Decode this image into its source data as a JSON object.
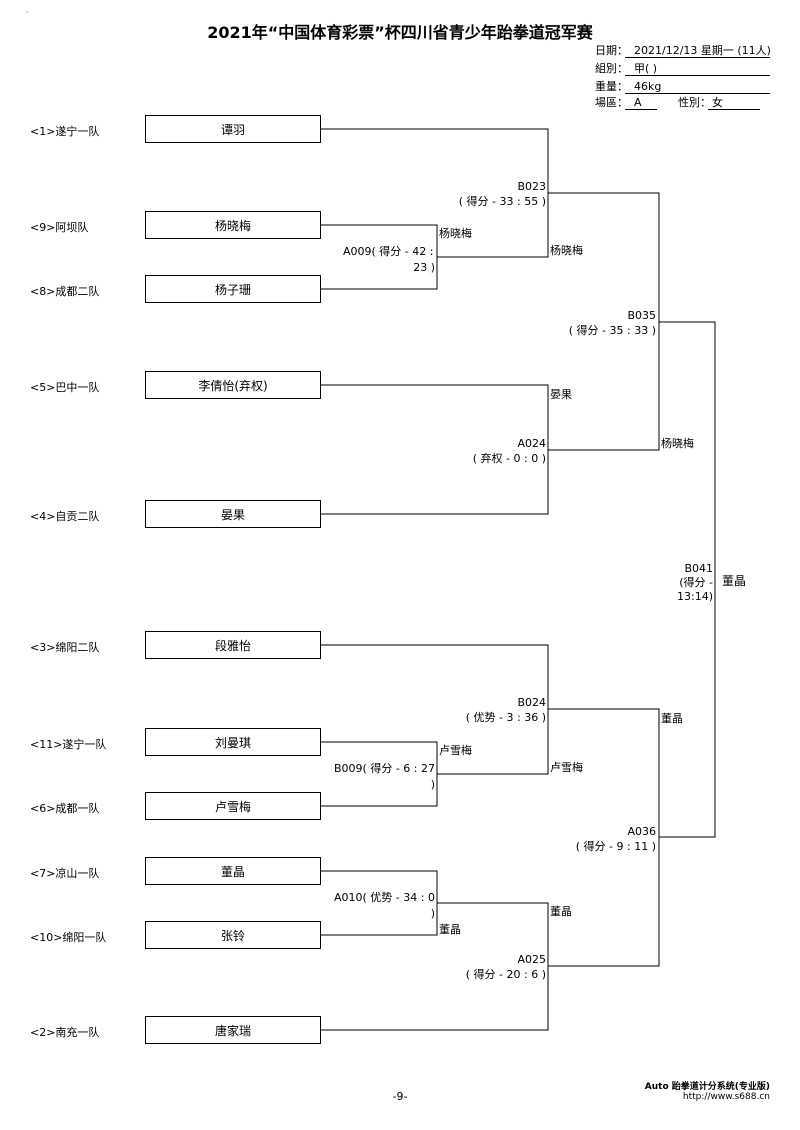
{
  "title": "2021年“中国体育彩票”杯四川省青少年跆拳道冠军赛",
  "corner_mark": "'",
  "info": {
    "date_label": "日期：",
    "date_value": "2021/12/13 星期一 (11人)",
    "group_label": "組別：",
    "group_value": "甲( )",
    "weight_label": "重量：",
    "weight_value": "46kg",
    "venue_label": "場區：",
    "venue_value": "A",
    "gender_label": "性別：",
    "gender_value": "女"
  },
  "entrants": [
    {
      "seed": "<1>遂宁一队",
      "name": "谭羽"
    },
    {
      "seed": "<9>阿坝队",
      "name": "杨晓梅"
    },
    {
      "seed": "<8>成都二队",
      "name": "杨子珊"
    },
    {
      "seed": "<5>巴中一队",
      "name": "李倩怡(弃权)"
    },
    {
      "seed": "<4>自贡二队",
      "name": "晏果"
    },
    {
      "seed": "<3>绵阳二队",
      "name": "段雅怡"
    },
    {
      "seed": "<11>遂宁一队",
      "name": "刘曼琪"
    },
    {
      "seed": "<6>成都一队",
      "name": "卢雪梅"
    },
    {
      "seed": "<7>凉山一队",
      "name": "董晶"
    },
    {
      "seed": "<10>绵阳一队",
      "name": "张铃"
    },
    {
      "seed": "<2>南充一队",
      "name": "唐家瑞"
    }
  ],
  "matches": {
    "A009": {
      "code": "A009( 得分 - 42 :",
      "score": "23 )",
      "winner": "杨晓梅"
    },
    "B009": {
      "code": "B009( 得分 - 6 : 27",
      "score": ")",
      "winner": "卢雪梅"
    },
    "A010": {
      "code": "A010( 优势 - 34 : 0",
      "score": ")",
      "winner": "董晶"
    },
    "B023": {
      "code": "B023",
      "score": "( 得分 - 33 : 55 )",
      "winner": "杨晓梅"
    },
    "A024": {
      "code": "A024",
      "score": "( 弃权 - 0 : 0 )",
      "winner": "晏果"
    },
    "B024": {
      "code": "B024",
      "score": "( 优势 - 3 : 36 )",
      "winner": "卢雪梅"
    },
    "A025": {
      "code": "A025",
      "score": "( 得分 - 20 : 6 )",
      "winner": "董晶"
    },
    "B035": {
      "code": "B035",
      "score": "( 得分 - 35 : 33 )",
      "winner": "杨晓梅"
    },
    "A036": {
      "code": "A036",
      "score": "( 得分 - 9 : 11 )",
      "winner": "董晶"
    },
    "B041": {
      "code": "B041",
      "score_1": "(得分 -",
      "score_2": "13:14)",
      "winner": "董晶"
    }
  },
  "footer": {
    "page_number": "-9-",
    "software": "Auto 跆拳道计分系统(专业版)",
    "url": "http://www.s688.cn"
  }
}
